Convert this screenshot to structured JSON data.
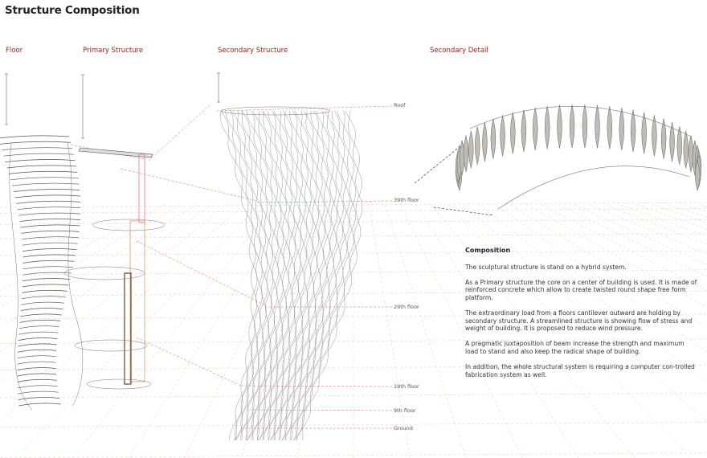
{
  "title": "Structure Composition",
  "headings": {
    "floor": "Floor",
    "primary": "Primary Structure",
    "secondary": "Secondary Structure",
    "detail": "Secondary Detail"
  },
  "levels": {
    "roof": "Roof",
    "f39": "39th floor",
    "f29": "29th floor",
    "f19": "19th floor",
    "f9": "9th floor",
    "ground": "Ground"
  },
  "composition": {
    "heading": "Composition",
    "paragraphs": [
      "The sculptural structure is stand on a hybrid system.",
      "As a Primary structure the core on a center of building is used. It is made of reinforced concrete which allow to create twisted round shape  free form platform.",
      "The extraordinary load from a floors cantilever outward are holding by secondary structure. A streamlined structure is showing flow of stress and weight of building. It is proposed to reduce wind pressure.",
      "A pragmatic juxtaposition of beam increase the strength and maximum load to stand and also keep the radical shape of building.",
      "In addition, the whole structural system is requiring a computer con-trolled fabrication system as well."
    ]
  },
  "colors": {
    "heading_red": "#8a2a1e",
    "guide_red": "#e06666",
    "mesh": "#888888"
  }
}
